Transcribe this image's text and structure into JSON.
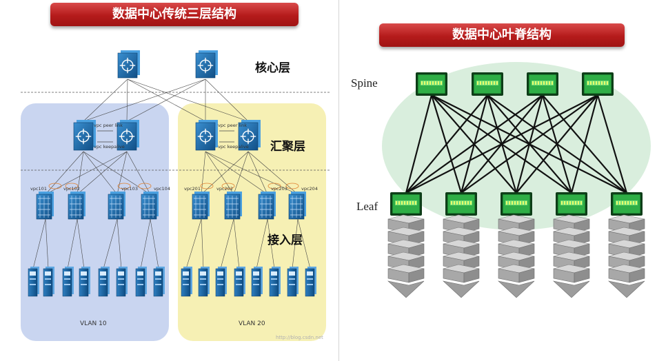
{
  "left": {
    "title": "数据中心传统三层结构",
    "layers": {
      "core": "核心层",
      "aggregation": "汇聚层",
      "access": "接入层"
    },
    "vpc_peer_link": "vpc peer link",
    "vpc_keepalive": "vpc keepalive",
    "vpc_labels": [
      "vpc101",
      "vpc102",
      "vpc103",
      "vpc104",
      "vpc201",
      "vpc202",
      "vpc203",
      "vpc204"
    ],
    "vlans": [
      "VLAN 10",
      "VLAN 20"
    ],
    "watermark": "http://blog.csdn.net"
  },
  "right": {
    "title": "数据中心叶脊结构",
    "spine_label": "Spine",
    "leaf_label": "Leaf",
    "spine_count": 4,
    "leaf_count": 5
  },
  "colors": {
    "banner": "#b51b1b",
    "vlan10_zone": "#c9d5f0",
    "vlan20_zone": "#f6f0b4",
    "fabric_zone": "#d9eedd",
    "switch_blue": "#1e6aa8",
    "switch_green": "#1f8a2e"
  }
}
